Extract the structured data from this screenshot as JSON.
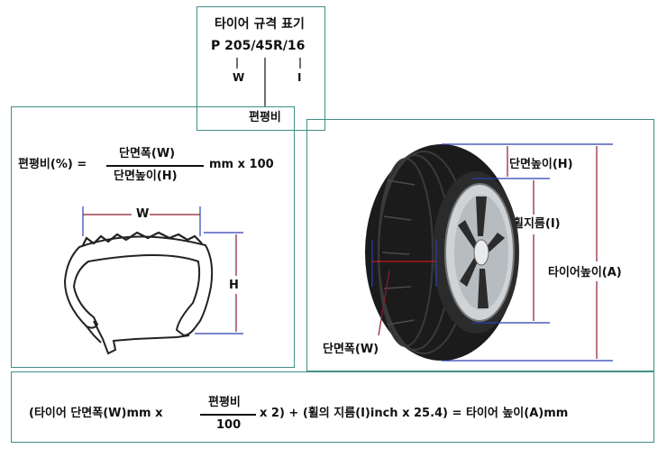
{
  "header": {
    "title": "타이어 규격 표기",
    "spec": "P 205/45R/16",
    "width_mark": "W",
    "dia_mark": "I",
    "ratio_label": "편평비"
  },
  "formula1": {
    "lhs": "편평비(%) =",
    "numerator": "단면폭(W)",
    "denominator": "단면높이(H)",
    "suffix": "mm  x 100"
  },
  "cross_section": {
    "width_label": "W",
    "height_label": "H"
  },
  "tire": {
    "section_height": "단면높이(H)",
    "rim_diameter": "휠지름(I)",
    "tire_height": "타이어높이(A)",
    "section_width": "단면폭(W)"
  },
  "formula2": {
    "part1": "(타이어 단면폭(W)mm x",
    "numerator": "편평비",
    "denominator": "100",
    "part2": "x 2) + (휠의 지름(I)inch x 25.4) = 타이어 높이(A)mm"
  }
}
